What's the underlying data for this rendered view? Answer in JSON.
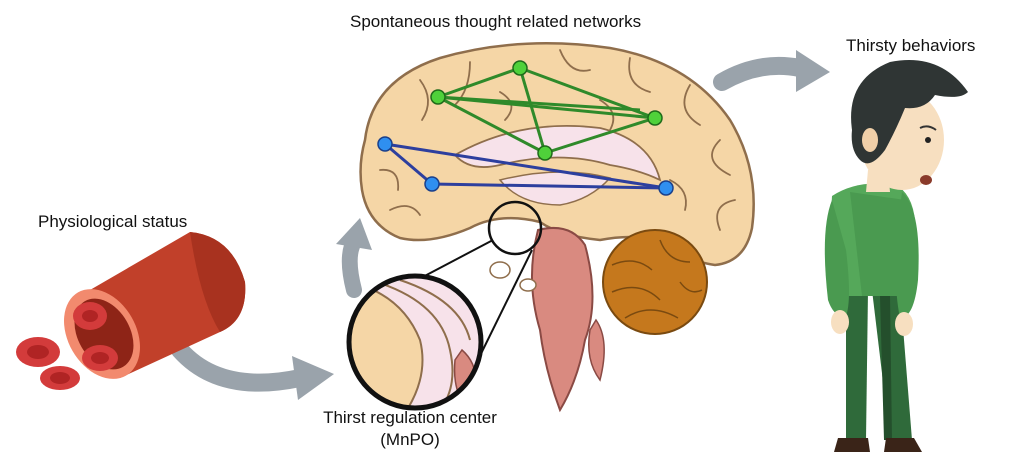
{
  "labels": {
    "networks": "Spontaneous thought related networks",
    "thirsty": "Thirsty behaviors",
    "physio": "Physiological status",
    "center_line1": "Thirst regulation center",
    "center_line2": "(MnPO)"
  },
  "colors": {
    "arrow": "#9aa3ab",
    "brain_fill": "#f5d6a6",
    "brain_outline": "#8f6e4c",
    "network_green": "#2f8a2a",
    "node_green": "#4fd13a",
    "network_blue": "#2d3f9e",
    "node_blue": "#2f8ff0",
    "vessel": "#c1402a",
    "blood_cell": "#d33b3b",
    "cerebellum": "#c5781d",
    "brainstem": "#d98a80",
    "shirt": "#55a85a",
    "pants": "#2f6a3a",
    "hair": "#2f3534",
    "skin": "#f7dfc0"
  },
  "icons": [
    "blood-vessel-icon",
    "brain-icon",
    "sad-person-icon",
    "magnifier-circle-icon",
    "curved-arrow-icon"
  ]
}
